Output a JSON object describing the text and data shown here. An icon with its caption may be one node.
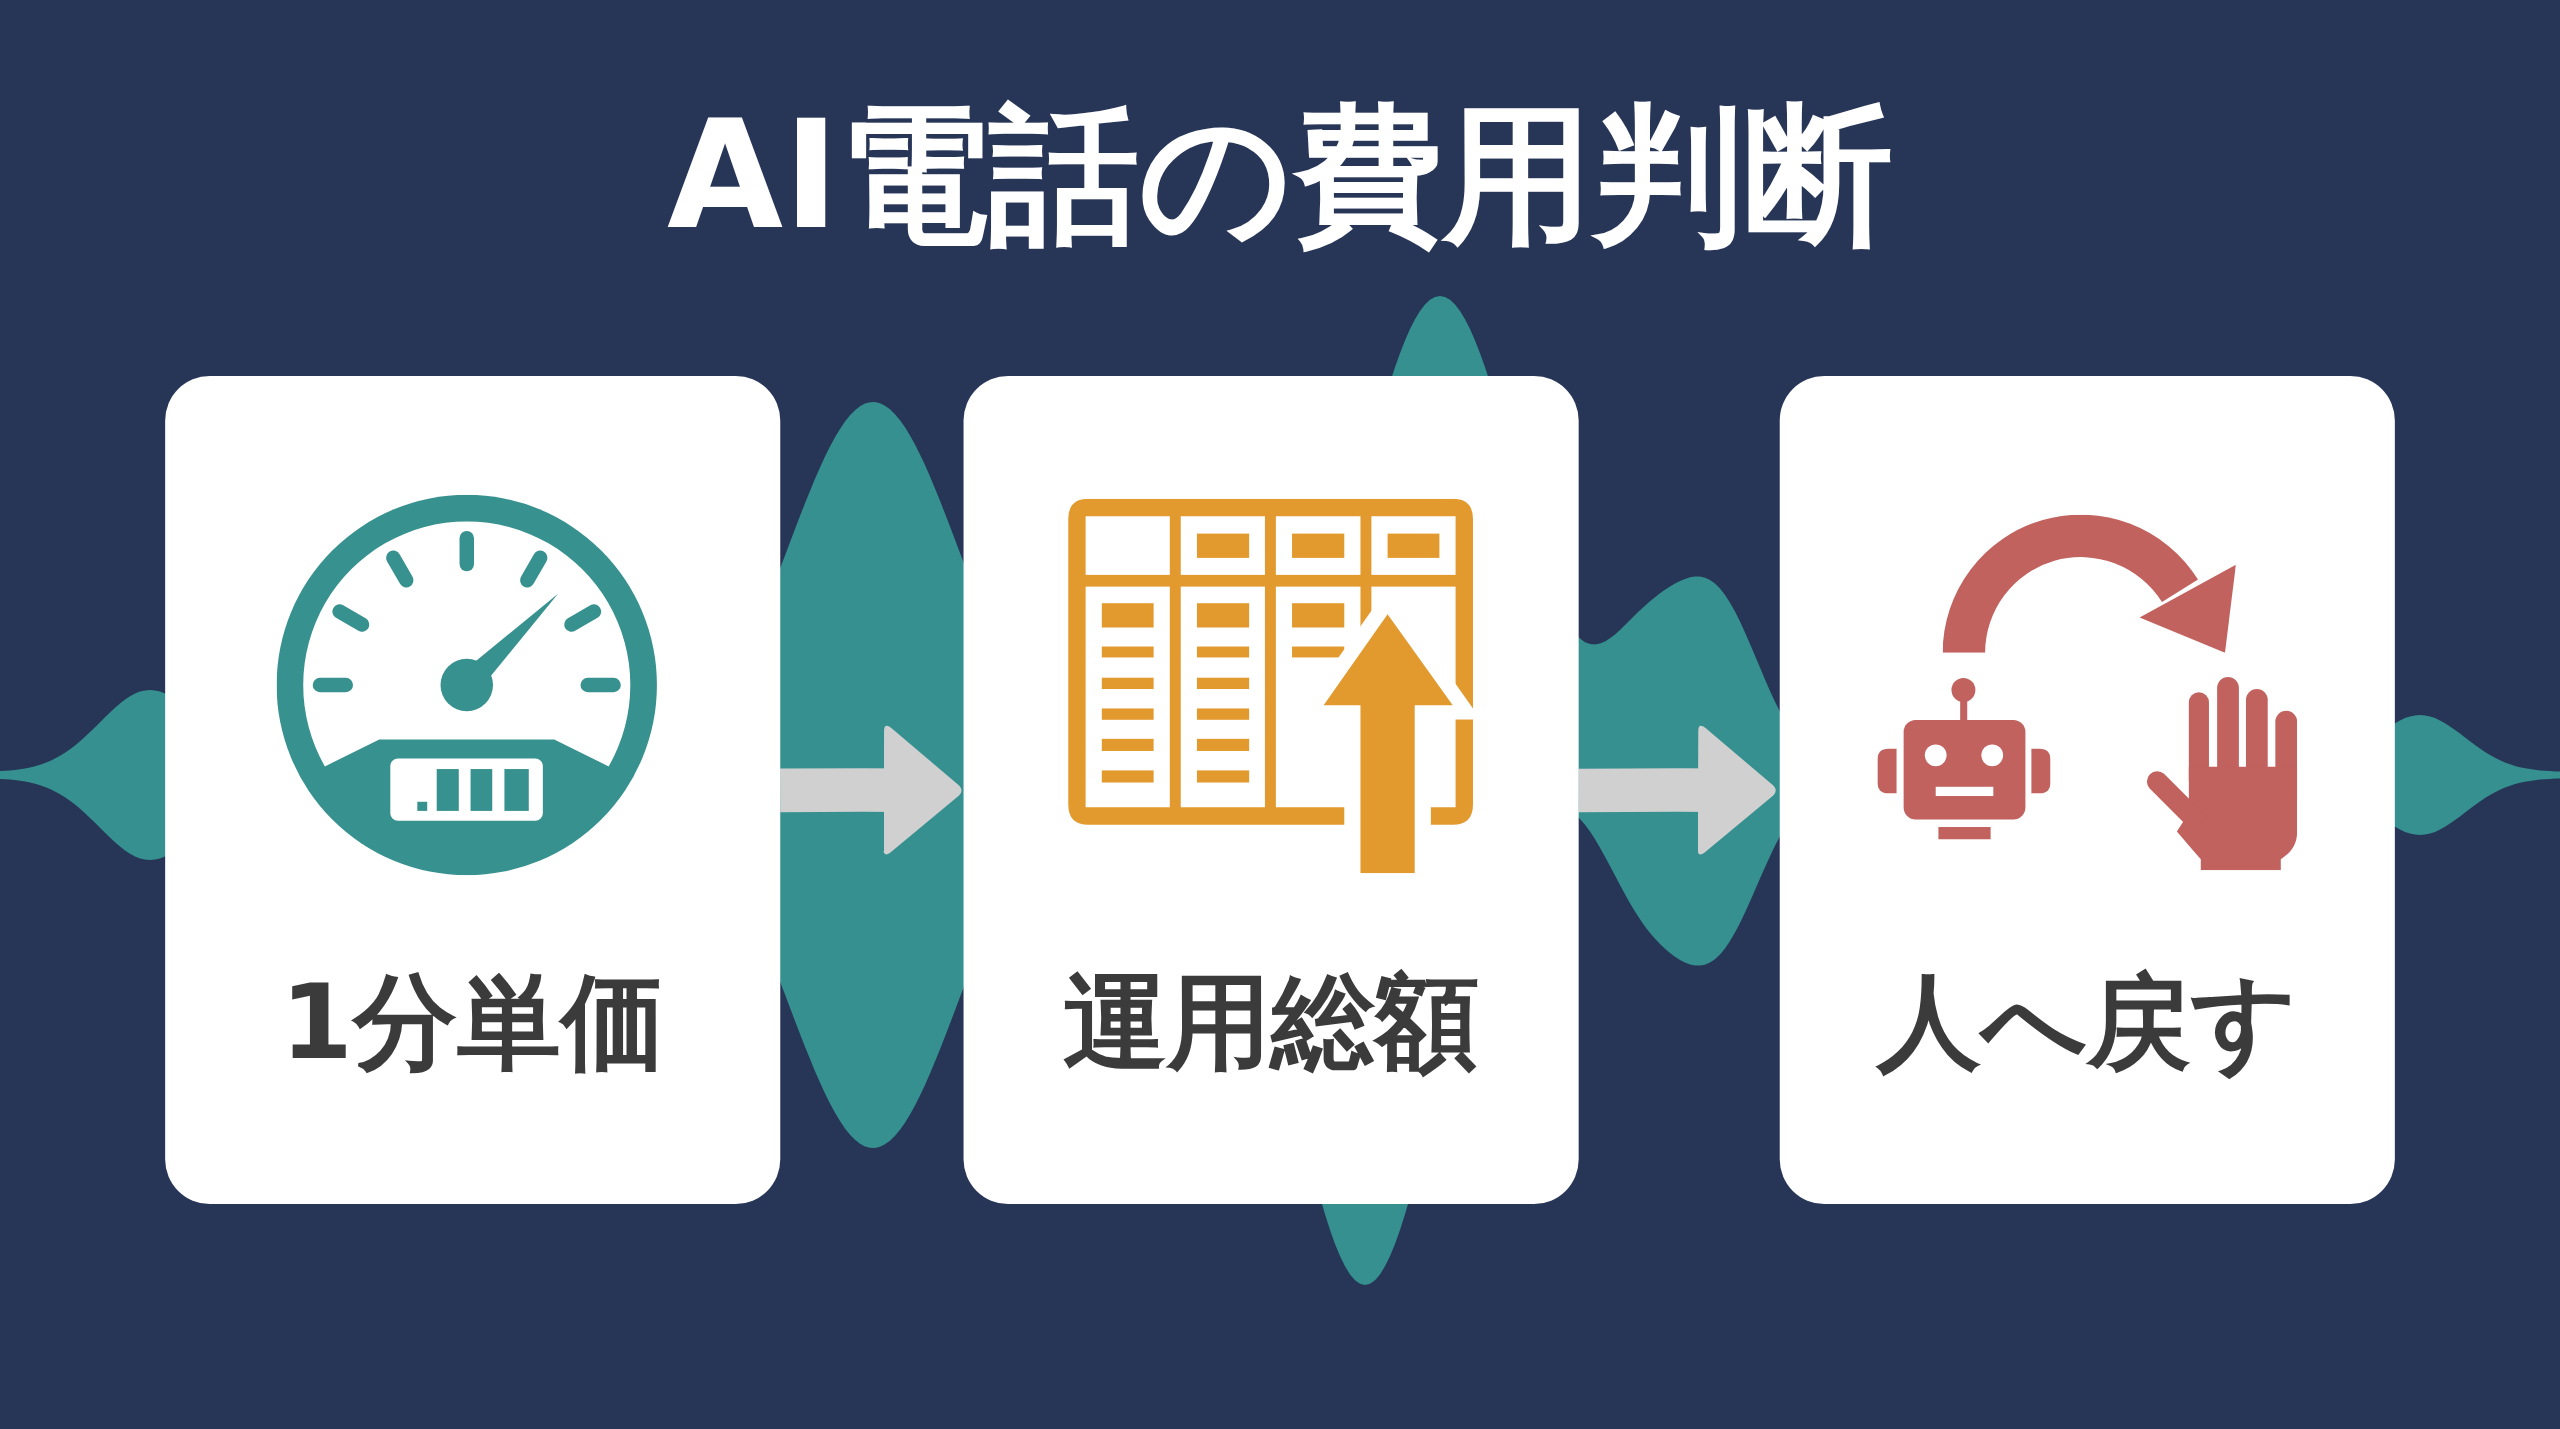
{
  "diagram": {
    "title": "AI電話の費用判断",
    "nodes": [
      {
        "text": [
          "1分単価"
        ]
      },
      {
        "text": [
          "運用総額"
        ]
      },
      {
        "text": [
          "人へ戻す"
        ]
      }
    ],
    "edges": [
      {
        "from": 0,
        "to": 1,
        "arrow": "to"
      },
      {
        "from": 1,
        "to": 2,
        "arrow": "to"
      }
    ]
  }
}
